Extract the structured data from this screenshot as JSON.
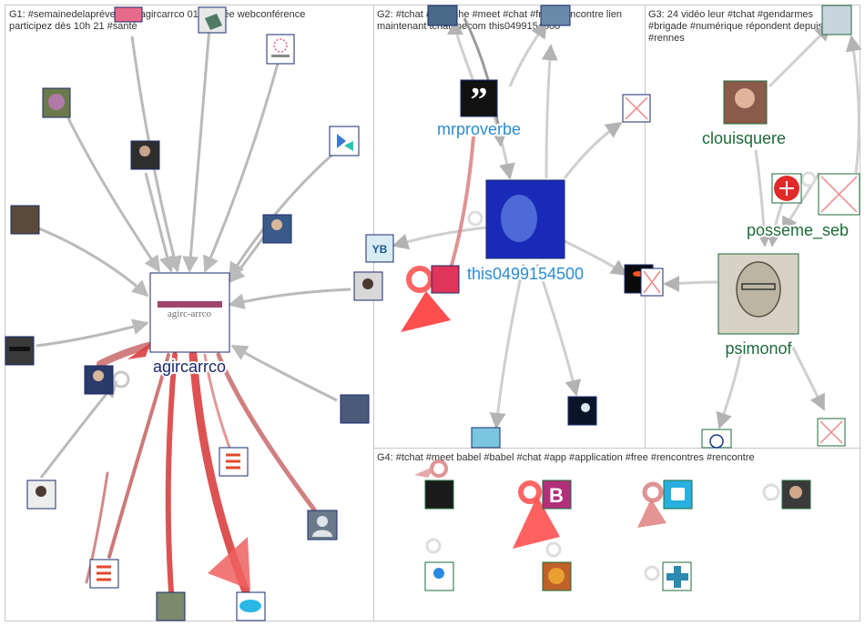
{
  "panels": [
    {
      "id": "G1",
      "title_lines": [
        "G1: #semainedelaprévention agircarrco 01 journée webconférence",
        "participez dès 10h 21 #santé"
      ]
    },
    {
      "id": "G2",
      "title_lines": [
        "G2: #tchat #tchatche #meet #chat #free #rencontre lien",
        "maintenant tchatchecom this0499154500"
      ]
    },
    {
      "id": "G3",
      "title_lines": [
        "G3: 24 vidéo leur #tchat #gendarmes",
        "#brigade #numérique répondent depuis",
        "#rennes"
      ]
    },
    {
      "id": "G4",
      "title_lines": [
        "G4: #tchat #meet babel #babel #chat #app #application #free #rencontres #rencontre"
      ]
    }
  ],
  "labels": {
    "agircarrco": "agircarrco",
    "mrproverbe": "mrproverbe",
    "this0499154500": "this0499154500",
    "clouisquere": "clouisquere",
    "posseme_seb": "posseme_seb",
    "psimonof": "psimonof"
  },
  "logo_text": "agirc-arrco",
  "colors": {
    "panel_border": "#c8c8c8",
    "edge_gray": "#b3b3b3",
    "edge_red": "#e06a6a",
    "edge_red_dark": "#d9534f",
    "label_navy": "#1a2a6c",
    "label_blue": "#2b8ad6",
    "label_green": "#1e6b3a"
  },
  "icons": [
    "flower-avatar",
    "speech-quote-icon",
    "person-avatar",
    "x-broken-image-icon",
    "gitlab-logo-icon",
    "letter-b-icon",
    "generic-user-icon",
    "owl-icon",
    "chart-bars-icon",
    "paper-stack-icon"
  ]
}
